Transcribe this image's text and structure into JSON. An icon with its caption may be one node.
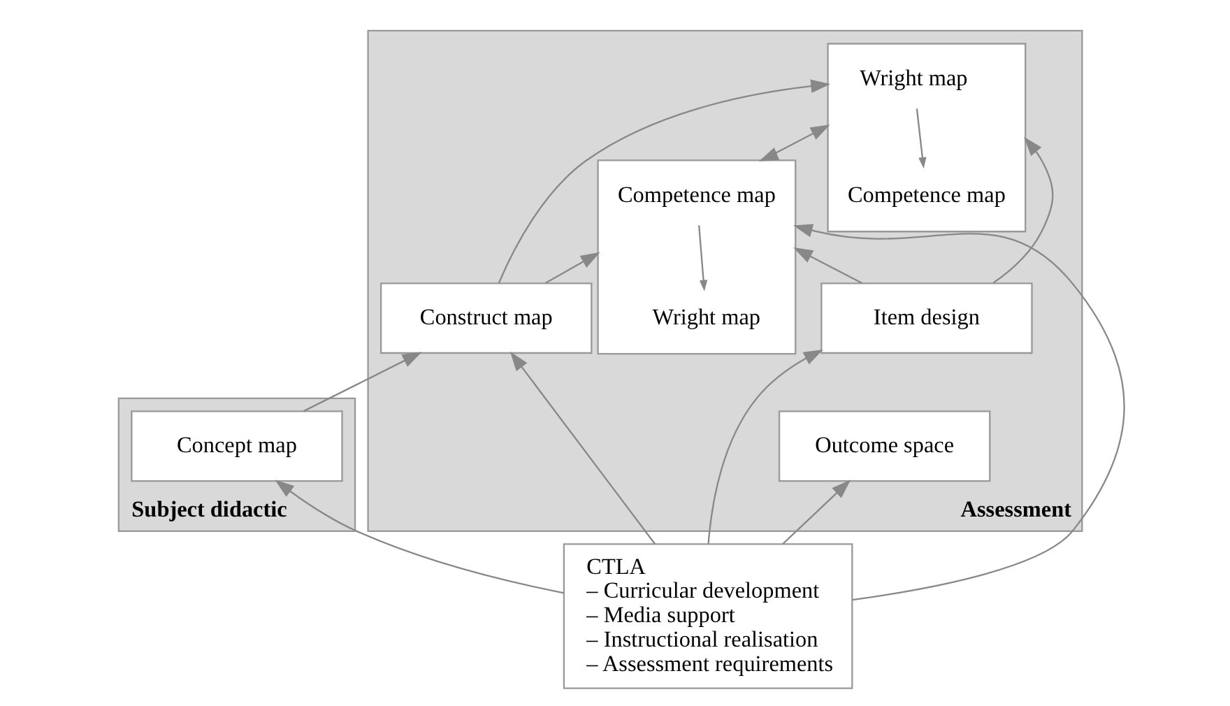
{
  "diagram": {
    "nodes": [
      {
        "text": [
          "Subject didactic"
        ]
      },
      {
        "text": [
          "Assessment"
        ]
      },
      {
        "text": [],
        "shape": "box",
        "in": 1
      },
      {
        "text": [
          "Wright map"
        ],
        "in": 2
      },
      {
        "text": [
          "Competence map"
        ],
        "in": 2
      },
      {
        "text": [
          "Concept map"
        ],
        "in": 0
      },
      {
        "text": [
          "Construct map"
        ],
        "in": 1
      },
      {
        "text": [],
        "shape": "box",
        "in": 1
      },
      {
        "text": [
          "Competence map"
        ],
        "in": 7
      },
      {
        "text": [
          "Wright map"
        ],
        "in": 7
      },
      {
        "text": [
          "Item design"
        ],
        "in": 1
      },
      {
        "text": [
          "Outcome space"
        ],
        "in": 1
      },
      {
        "text": [
          "CTLA",
          "– Curricular development",
          "– Media support",
          "– Instructional realisation",
          "– Assessment requirements"
        ]
      }
    ],
    "edges": [
      {
        "from": 3,
        "to": 4,
        "arrow": "to"
      },
      {
        "from": 8,
        "to": 9,
        "arrow": "to"
      },
      {
        "from": 5,
        "to": 6,
        "arrow": "to"
      },
      {
        "from": 6,
        "to": 7,
        "arrow": "to"
      },
      {
        "from": 10,
        "to": 7,
        "arrow": "to"
      },
      {
        "from": 6,
        "to": 2,
        "arrow": "to"
      },
      {
        "from": 7,
        "to": 2,
        "arrow": "both"
      },
      {
        "from": 10,
        "to": 2,
        "arrow": "to"
      },
      {
        "from": 12,
        "to": 5,
        "arrow": "to"
      },
      {
        "from": 12,
        "to": 6,
        "arrow": "to"
      },
      {
        "from": 12,
        "to": 7,
        "arrow": "to"
      },
      {
        "from": 12,
        "to": 10,
        "arrow": "to"
      },
      {
        "from": 12,
        "to": 11,
        "arrow": "to"
      }
    ]
  }
}
